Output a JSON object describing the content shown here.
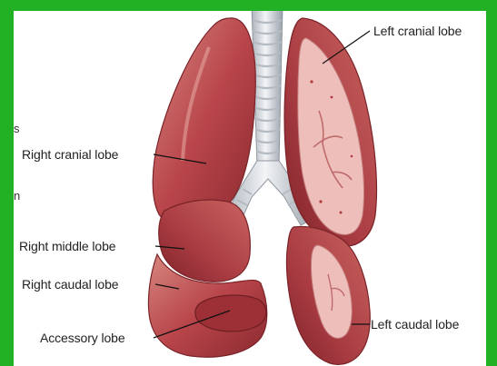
{
  "colors": {
    "frame": "#22b024",
    "tissue": "#b8454a",
    "tissue_dark": "#8a2a30",
    "tissue_light": "#d98a86",
    "cut_surface": "#eebebb",
    "trachea": "#d9dde2"
  },
  "labels": {
    "left_cranial": "Left cranial lobe",
    "right_cranial": "Right cranial lobe",
    "right_middle": "Right middle lobe",
    "right_caudal": "Right caudal lobe",
    "accessory": "Accessory lobe",
    "left_caudal": "Left caudal lobe"
  },
  "clipped_text": {
    "a": "s",
    "b": "n"
  }
}
